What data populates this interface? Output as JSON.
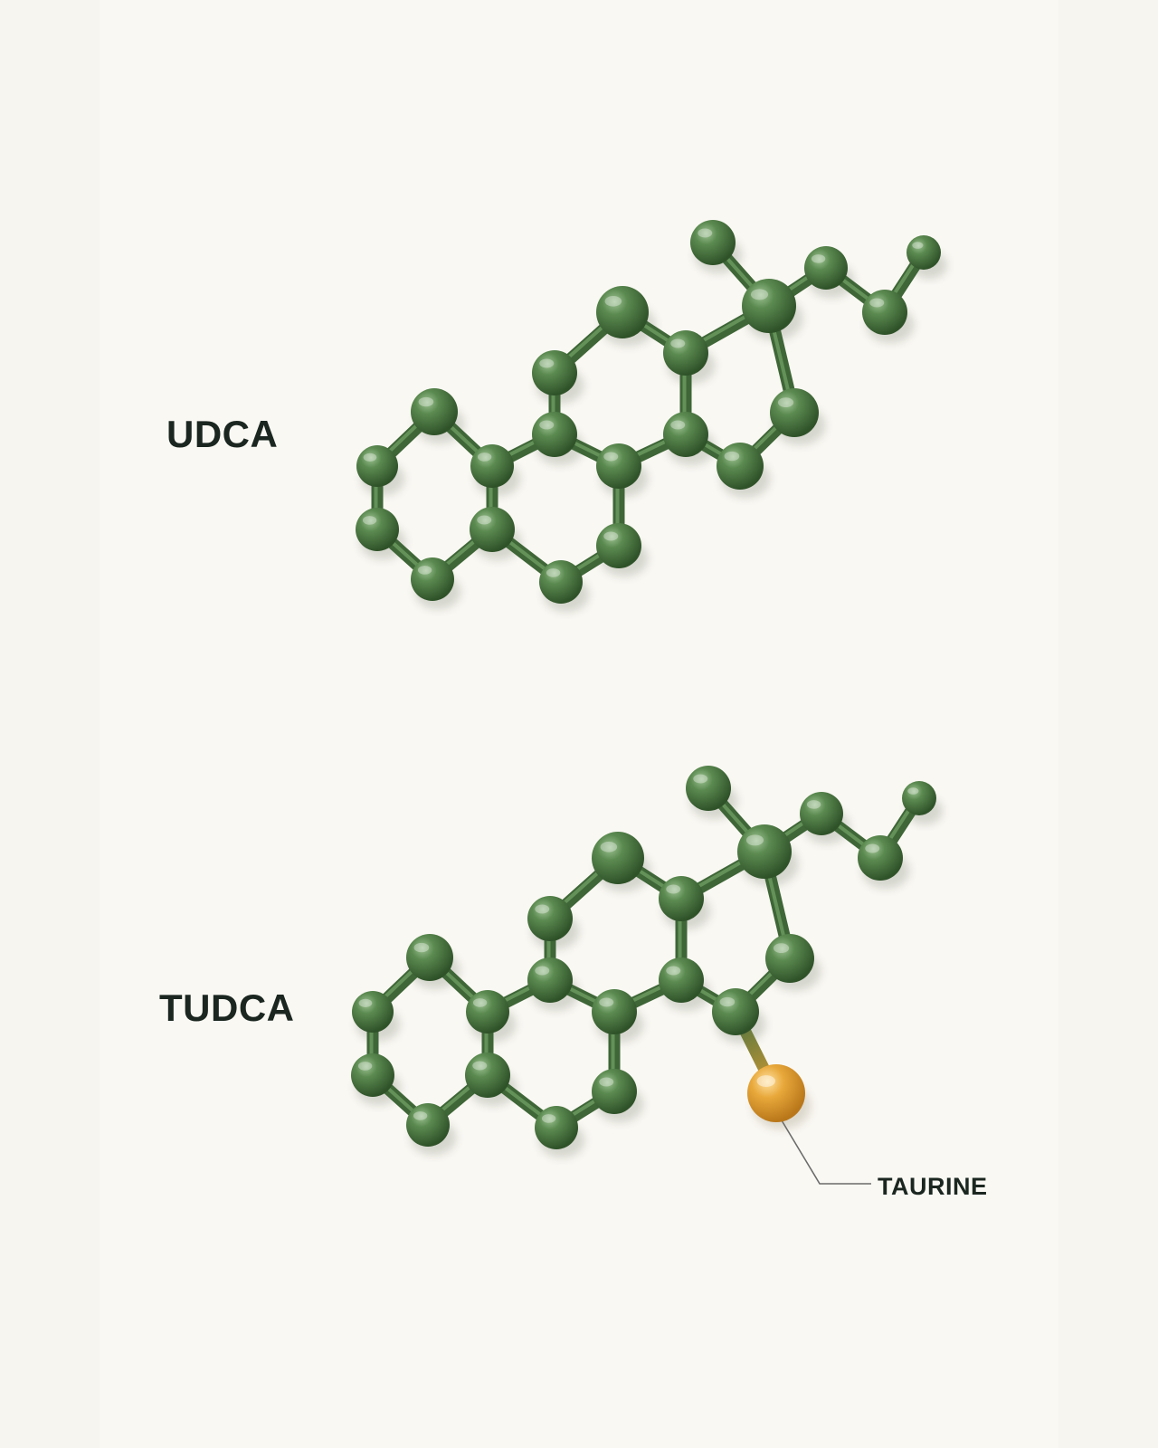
{
  "molecules": {
    "udca": {
      "label": "UDCA"
    },
    "tudca": {
      "label": "TUDCA",
      "annotation": "TAURINE"
    }
  },
  "colors": {
    "background": "#faf8f3",
    "atom_green": "#4e7a44",
    "bond_green": "#4a7341",
    "taurine_gold": "#e3a335",
    "label_text": "#1b2620",
    "leader_line": "#6b6b6b"
  }
}
